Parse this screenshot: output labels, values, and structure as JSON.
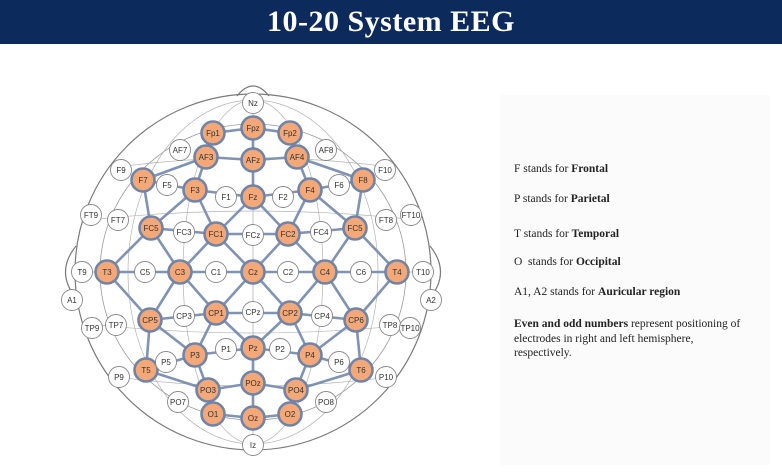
{
  "title": "10-20 System EEG",
  "colors": {
    "title_bar": "#0d2a5c",
    "active_fill": "#f4a878",
    "active_stroke": "#6f84a8",
    "connection": "#7f93b5",
    "passive_fill": "#ffffff",
    "passive_stroke": "#888888"
  },
  "electrodes": [
    {
      "label": "Nz",
      "active": false
    },
    {
      "label": "Fp1",
      "active": true
    },
    {
      "label": "Fpz",
      "active": true
    },
    {
      "label": "Fp2",
      "active": true
    },
    {
      "label": "AF7",
      "active": false
    },
    {
      "label": "AF3",
      "active": true
    },
    {
      "label": "AFz",
      "active": true
    },
    {
      "label": "AF4",
      "active": true
    },
    {
      "label": "AF8",
      "active": false
    },
    {
      "label": "F9",
      "active": false
    },
    {
      "label": "F7",
      "active": true
    },
    {
      "label": "F5",
      "active": false
    },
    {
      "label": "F3",
      "active": true
    },
    {
      "label": "F1",
      "active": false
    },
    {
      "label": "Fz",
      "active": true
    },
    {
      "label": "F2",
      "active": false
    },
    {
      "label": "F4",
      "active": true
    },
    {
      "label": "F6",
      "active": false
    },
    {
      "label": "F8",
      "active": true
    },
    {
      "label": "F10",
      "active": false
    },
    {
      "label": "FT9",
      "active": false
    },
    {
      "label": "FT7",
      "active": false
    },
    {
      "label": "FC5",
      "active": true
    },
    {
      "label": "FC3",
      "active": false
    },
    {
      "label": "FC1",
      "active": true
    },
    {
      "label": "FCz",
      "active": false
    },
    {
      "label": "FC2",
      "active": true
    },
    {
      "label": "FC4",
      "active": false
    },
    {
      "label": "FC5",
      "active": true
    },
    {
      "label": "FT8",
      "active": false
    },
    {
      "label": "FT10",
      "active": false
    },
    {
      "label": "T9",
      "active": false
    },
    {
      "label": "T3",
      "active": true
    },
    {
      "label": "C5",
      "active": false
    },
    {
      "label": "C3",
      "active": true
    },
    {
      "label": "C1",
      "active": false
    },
    {
      "label": "Cz",
      "active": true
    },
    {
      "label": "C2",
      "active": false
    },
    {
      "label": "C4",
      "active": true
    },
    {
      "label": "C6",
      "active": false
    },
    {
      "label": "T4",
      "active": true
    },
    {
      "label": "T10",
      "active": false
    },
    {
      "label": "A1",
      "active": false
    },
    {
      "label": "A2",
      "active": false
    },
    {
      "label": "TP9",
      "active": false
    },
    {
      "label": "TP7",
      "active": false
    },
    {
      "label": "CP5",
      "active": true
    },
    {
      "label": "CP3",
      "active": false
    },
    {
      "label": "CP1",
      "active": true
    },
    {
      "label": "CPz",
      "active": false
    },
    {
      "label": "CP2",
      "active": true
    },
    {
      "label": "CP4",
      "active": false
    },
    {
      "label": "CP6",
      "active": true
    },
    {
      "label": "TP8",
      "active": false
    },
    {
      "label": "TP10",
      "active": false
    },
    {
      "label": "P9",
      "active": false
    },
    {
      "label": "T5",
      "active": true
    },
    {
      "label": "P5",
      "active": false
    },
    {
      "label": "P3",
      "active": true
    },
    {
      "label": "P1",
      "active": false
    },
    {
      "label": "Pz",
      "active": true
    },
    {
      "label": "P2",
      "active": false
    },
    {
      "label": "P4",
      "active": true
    },
    {
      "label": "P6",
      "active": false
    },
    {
      "label": "T6",
      "active": true
    },
    {
      "label": "P10",
      "active": false
    },
    {
      "label": "PO7",
      "active": false
    },
    {
      "label": "PO3",
      "active": true
    },
    {
      "label": "POz",
      "active": true
    },
    {
      "label": "PO4",
      "active": true
    },
    {
      "label": "PO8",
      "active": false
    },
    {
      "label": "O1",
      "active": true
    },
    {
      "label": "Oz",
      "active": true
    },
    {
      "label": "O2",
      "active": true
    },
    {
      "label": "Iz",
      "active": false
    }
  ],
  "legend": {
    "frontal": {
      "prefix": "F stands for ",
      "term": "Frontal"
    },
    "parietal": {
      "prefix": "P stands for ",
      "term": "Parietal"
    },
    "temporal": {
      "prefix": "T stands for ",
      "term": "Temporal"
    },
    "occipital": {
      "prefix": "O  stands for ",
      "term": "Occipital"
    },
    "auricular": {
      "prefix": "A1, A2 stands for ",
      "term": "Auricular region"
    },
    "numbers": {
      "term": "Even and odd numbers",
      "rest": " represent positioning of electrodes in right and left hemisphere, respectively."
    }
  }
}
